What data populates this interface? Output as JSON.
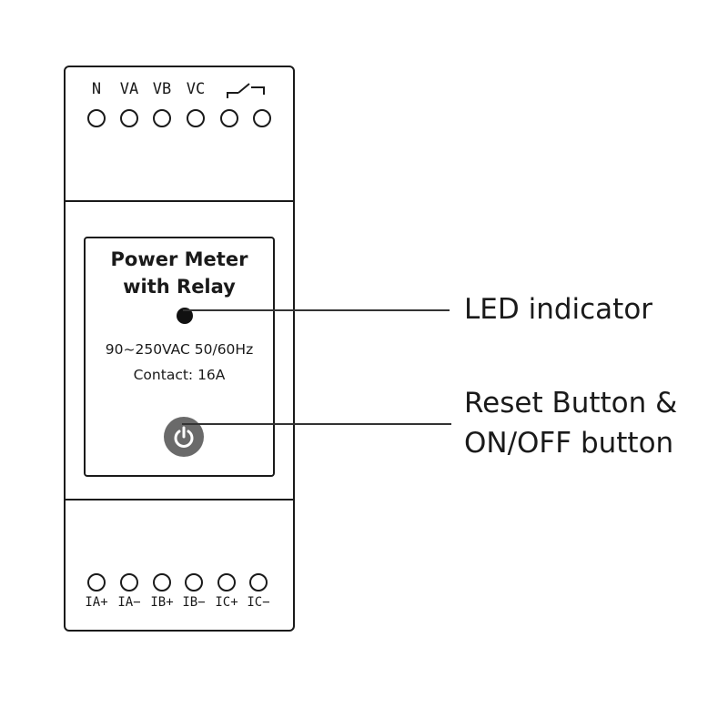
{
  "device": {
    "title_line1": "Power Meter",
    "title_line2": "with Relay",
    "spec_voltage": "90~250VAC 50/60Hz",
    "spec_contact": "Contact: 16A",
    "top_terminals": [
      "N",
      "VA",
      "VB",
      "VC"
    ],
    "top_relay_symbol": "relay-contact-icon",
    "bottom_terminals": [
      "IA+",
      "IA−",
      "IB+",
      "IB−",
      "IC+",
      "IC−"
    ]
  },
  "callouts": {
    "led": "LED indicator",
    "button_line1": "Reset Button &",
    "button_line2": "ON/OFF button"
  },
  "colors": {
    "outline": "#1a1a1a",
    "button": "#6a6a6a",
    "led": "#111111"
  }
}
